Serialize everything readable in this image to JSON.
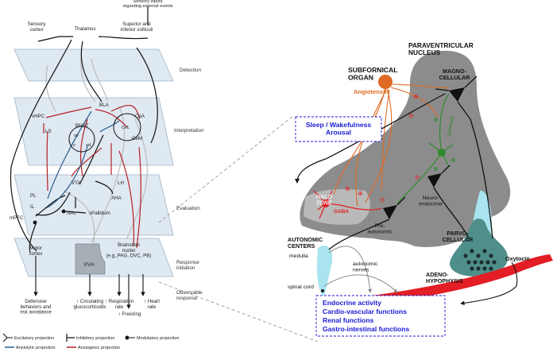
{
  "left_panel": {
    "sensory_inputs": "Sensory inputs\nregarding external events",
    "stages": {
      "detection": "Detection",
      "interpretation": "Interpretation",
      "evaluation": "Evaluation",
      "response_initiation": "Response\ninitiation",
      "observable_response": "Observable\nresponse"
    },
    "regions": {
      "sensory_cortex": "Sensory\ncortex",
      "thalamus": "Thalamus",
      "superior_colliculi": "Superior and\ninferior colliculi",
      "bla": "BLA",
      "vhpc": "vHPC",
      "ls": "LS",
      "bnst": "BNST",
      "ov": "ov",
      "ad": "ad",
      "v": "v",
      "cea": "CeA",
      "cel": "CeL",
      "cem": "CeM",
      "pl": "PL",
      "il": "IL",
      "mpfc": "mPFC",
      "vta": "VTA",
      "lh": "LH",
      "aha": "AHA",
      "nac": "NAc",
      "vpallidum": "vPallidum",
      "motor_cortex": "Motor\ncortex",
      "pvh": "PVH",
      "brainstem": "Brainstem\nnuclei\n(e.g.,PAG, DVC, PB)"
    },
    "outputs": {
      "defensive": "Defensive\nbehaviors and\nrisk avoidance",
      "glucocorticoids": "↑ Circulating\nglucocorticoids",
      "respiration": "↑ Respiration\nrate",
      "freezing": "↑ Freezing",
      "heart": "↑ Heart\nrate"
    },
    "legend": {
      "excitatory": "Excitatory projection",
      "inhibitory": "Inhibitory projection",
      "modulatory": "Modulatory projection",
      "anxiolytic": "Anxiolytic projection",
      "anxiogenic": "Anxiogenic projection"
    },
    "colors": {
      "anxiolytic": "#2a5d8f",
      "anxiogenic": "#b52025",
      "neutral": "#111111",
      "faded": "#bbbbbb"
    }
  },
  "right_panel": {
    "paraventricular": "PARAVENTRICULAR\nNUCLEUS",
    "subfornical": "SUBFORNICAL\nORGAN",
    "angiotensin": "Angiotensin",
    "magnocellular": "MAGNO-\nCELLULAR",
    "glutamate": "glutamate",
    "sleep_box": "Sleep / Wakefulness\nArousal",
    "halo_zone": "HALO\nZONE",
    "gaba": "GABA",
    "neuroendocrine": "Neuro-\nendocrine",
    "preautonomic": "Pre-\nautonomic",
    "parvocellular": "PARVO-\nCELLULAR",
    "autonomic_centers": "AUTONOMIC\nCENTERS",
    "medulla": "medulla",
    "autonomic_nerves": "autonomic\nnerves",
    "spinal_cord": "spinal cord",
    "adenohypophysis": "ADENO-\nHYPOPHYSIS",
    "oxytocin": "Oxytocin",
    "functions": [
      "Endocrine activity",
      "Cardio-vascular functions",
      "Renal functions",
      "Gastro-intestinal functions"
    ],
    "colors": {
      "pvn_gray": "#8c8c8c",
      "subfornical_orange": "#e06a24",
      "gaba_red": "#e31e24",
      "glutamate_green": "#2e8b2e",
      "function_blue": "#1a1ad6",
      "cyan": "#a9e4ef",
      "pituitary_teal": "#4f8f8b"
    }
  }
}
